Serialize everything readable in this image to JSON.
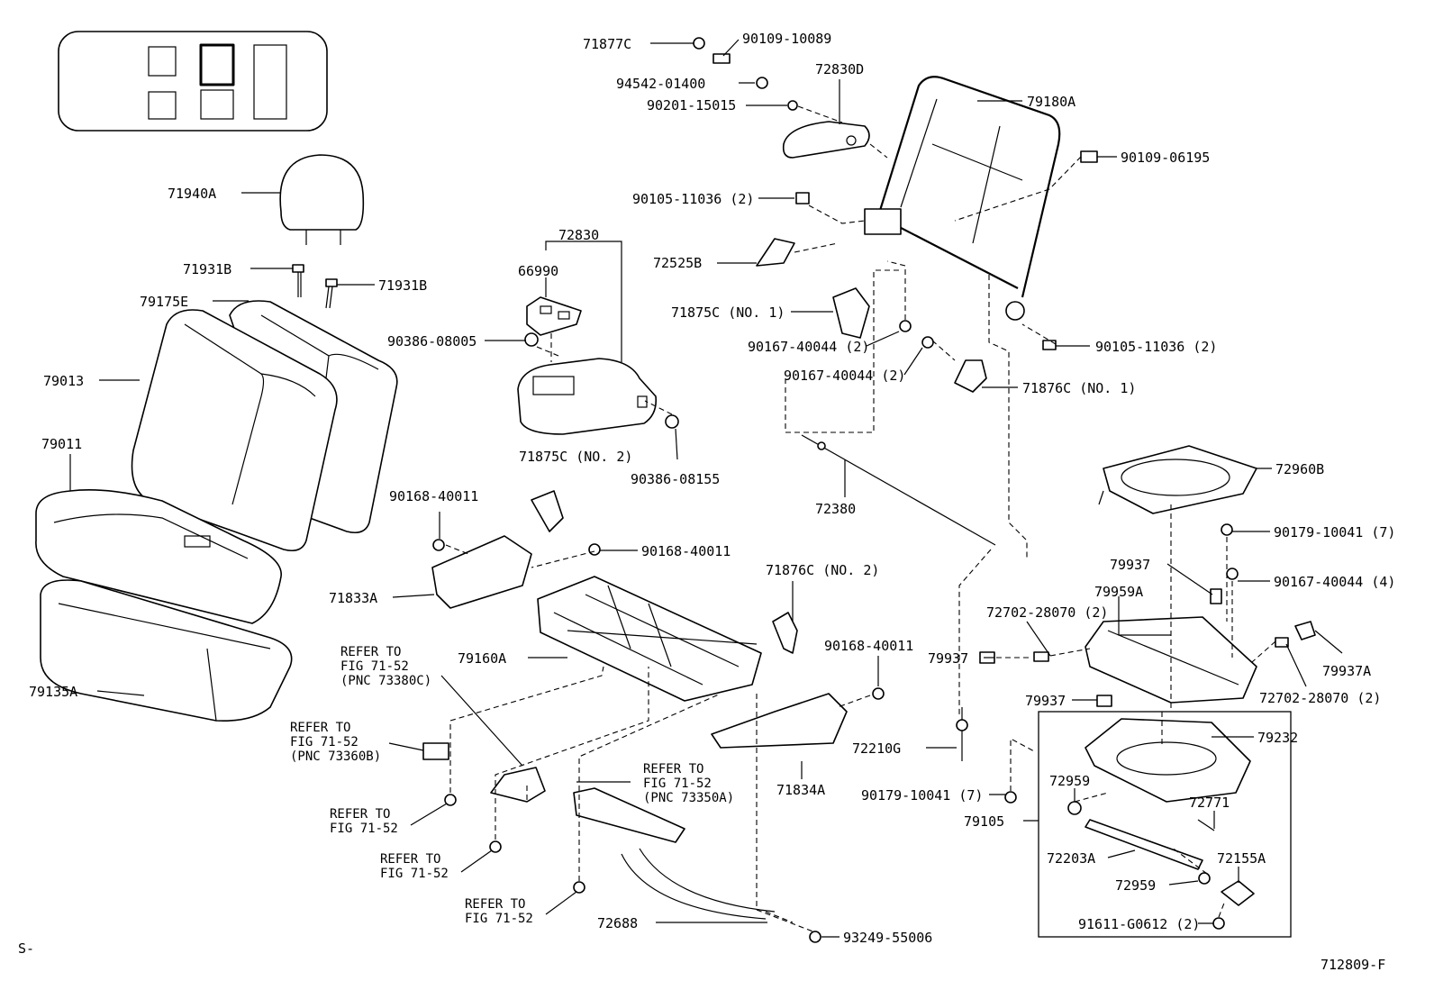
{
  "diagram": {
    "footer_left": "S-",
    "footer_right": "712809-F",
    "labels": {
      "p71877C": "71877C",
      "p90109_10089": "90109-10089",
      "p94542_01400": "94542-01400",
      "p72830D": "72830D",
      "p90201_15015": "90201-15015",
      "p79180A": "79180A",
      "p90109_06195": "90109-06195",
      "p71940A": "71940A",
      "p90105_11036a": "90105-11036 (2)",
      "p72830": "72830",
      "p66990": "66990",
      "p72525B": "72525B",
      "p71931B_a": "71931B",
      "p71931B_b": "71931B",
      "p79175E": "79175E",
      "p71875C_1": "71875C (NO. 1)",
      "p90386_08005": "90386-08005",
      "p90167_40044a": "90167-40044 (2)",
      "p90105_11036b": "90105-11036 (2)",
      "p90167_40044b": "90167-40044 (2)",
      "p79013": "79013",
      "p71876C_1": "71876C (NO. 1)",
      "p79011": "79011",
      "p71875C_2": "71875C (NO. 2)",
      "p90386_08155": "90386-08155",
      "p72960B": "72960B",
      "p90168_40011a": "90168-40011",
      "p72380": "72380",
      "p90179_10041a": "90179-10041 (7)",
      "p90168_40011b": "90168-40011",
      "p79937a": "79937",
      "p90167_40044c": "90167-40044 (4)",
      "p71876C_2": "71876C (NO. 2)",
      "p71833A": "71833A",
      "p79959A": "79959A",
      "p72702_28070a": "72702-28070 (2)",
      "p90168_40011c": "90168-40011",
      "p79937b": "79937",
      "p79937A": "79937A",
      "p79160A": "79160A",
      "p72702_28070b": "72702-28070 (2)",
      "p79135A": "79135A",
      "p79937c": "79937",
      "p79232": "79232",
      "p72210G": "72210G",
      "p71834A": "71834A",
      "p72959a": "72959",
      "p90179_10041b": "90179-10041 (7)",
      "p72771": "72771",
      "p79105": "79105",
      "p72203A": "72203A",
      "p72155A": "72155A",
      "p72959b": "72959",
      "p91611_G0612": "91611-G0612 (2)",
      "p72688": "72688",
      "p93249_55006": "93249-55006"
    },
    "refer": {
      "r1": [
        "REFER TO",
        "FIG 71-52",
        "(PNC 73380C)"
      ],
      "r2": [
        "REFER TO",
        "FIG 71-52",
        "(PNC 73360B)"
      ],
      "r3": [
        "REFER TO",
        "FIG 71-52"
      ],
      "r4": [
        "REFER TO",
        "FIG 71-52"
      ],
      "r5": [
        "REFER TO",
        "FIG 71-52",
        "(PNC 73350A)"
      ],
      "r6": [
        "REFER TO",
        "FIG 71-52"
      ]
    }
  }
}
